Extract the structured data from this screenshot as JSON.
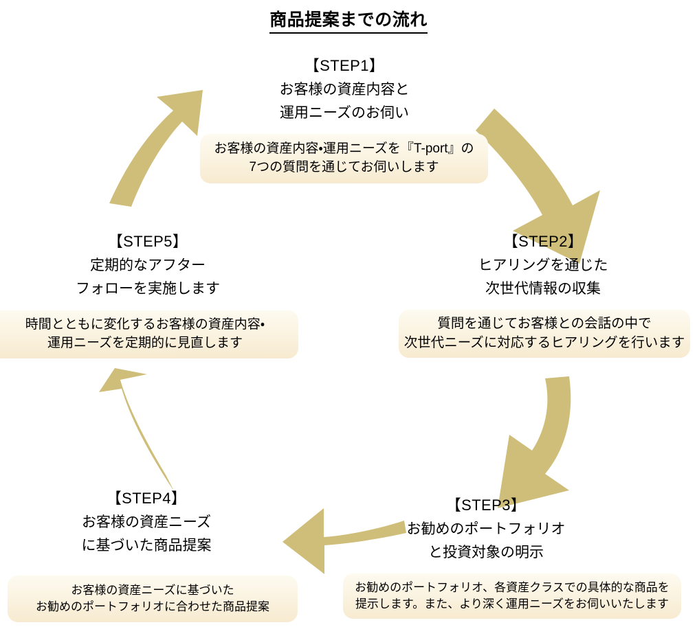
{
  "title": "商品提案までの流れ",
  "theme": {
    "arrow_color": "#cfbe79",
    "callout_bg_top": "#fdfaf0",
    "callout_bg_bottom": "#f7ead0",
    "text_color": "#000000",
    "page_bg": "#ffffff"
  },
  "steps": [
    {
      "label": "【STEP1】",
      "heading_lines": [
        "お客様の資産内容と",
        "運用ニーズのお伺い"
      ],
      "callout_lines": [
        "お客様の資産内容・運用ニーズを『T-port』の",
        "7つの質問を通じてお伺いします"
      ]
    },
    {
      "label": "【STEP2】",
      "heading_lines": [
        "ヒアリングを通じた",
        "次世代情報の収集"
      ],
      "callout_lines": [
        "質問を通じてお客様との会話の中で",
        "次世代ニーズに対応するヒアリングを行います"
      ]
    },
    {
      "label": "【STEP3】",
      "heading_lines": [
        "お勧めのポートフォリオ",
        "と投資対象の明示"
      ],
      "callout_lines": [
        "お勧めのポートフォリオ、各資産クラスでの具体的な商品を",
        "提示します。また、より深く運用ニーズをお伺いいたします"
      ]
    },
    {
      "label": "【STEP4】",
      "heading_lines": [
        "お客様の資産ニーズ",
        "に基づいた商品提案"
      ],
      "callout_lines": [
        "お客様の資産ニーズに基づいた",
        "お勧めのポートフォリオに合わせた商品提案"
      ]
    },
    {
      "label": "【STEP5】",
      "heading_lines": [
        "定期的なアフター",
        "フォローを実施します"
      ],
      "callout_lines": [
        "時間とともに変化するお客様の資産内容・",
        "運用ニーズを定期的に見直します"
      ]
    }
  ],
  "arrows": [
    {
      "name": "arrow-step1-to-step2",
      "direction": "down-right"
    },
    {
      "name": "arrow-step2-to-step3",
      "direction": "down-left"
    },
    {
      "name": "arrow-step3-to-step4",
      "direction": "left"
    },
    {
      "name": "arrow-step4-to-step5",
      "direction": "up-left"
    },
    {
      "name": "arrow-step5-to-step1",
      "direction": "up-right"
    }
  ]
}
